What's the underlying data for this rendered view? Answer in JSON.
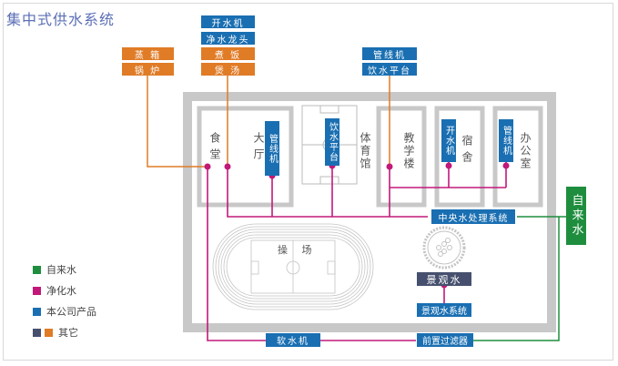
{
  "title": "集中式供水系统",
  "colors": {
    "tap_water": "#1e8e3e",
    "purified_water": "#c2187a",
    "company_product": "#1a6fb2",
    "other_navy": "#46506e",
    "other_orange": "#e07b26",
    "wall": "#c8c8c8"
  },
  "top_groups": {
    "kitchen_equipment": [
      "蒸 箱",
      "锅 炉"
    ],
    "canteen_products": [
      "开水机",
      "净水龙头"
    ],
    "canteen_uses": [
      "煮 饭",
      "煲 汤"
    ],
    "gym_products": [
      "管线机",
      "饮水平台"
    ]
  },
  "buildings": {
    "canteen": "食堂",
    "hall": "大厅",
    "gym": "体育馆",
    "teaching": "教学楼",
    "dorm": "宿舍",
    "office": "办公室",
    "playground": "操 场"
  },
  "devices": {
    "hall_device": "管线机",
    "gym_device": "饮水平台",
    "dorm_device": "开水机",
    "office_device": "管线机",
    "central": "中央水处理系统",
    "tap_source": "自来水",
    "landscape": "景观水",
    "landscape_system": "景观水系统",
    "softener": "软水机",
    "prefilter": "前置过滤器"
  },
  "legend": [
    {
      "label": "自来水",
      "swatches": [
        "#1e8e3e"
      ]
    },
    {
      "label": "净化水",
      "swatches": [
        "#c2187a"
      ]
    },
    {
      "label": "本公司产品",
      "swatches": [
        "#1a6fb2"
      ]
    },
    {
      "label": "其它",
      "swatches": [
        "#46506e",
        "#e07b26"
      ]
    }
  ]
}
